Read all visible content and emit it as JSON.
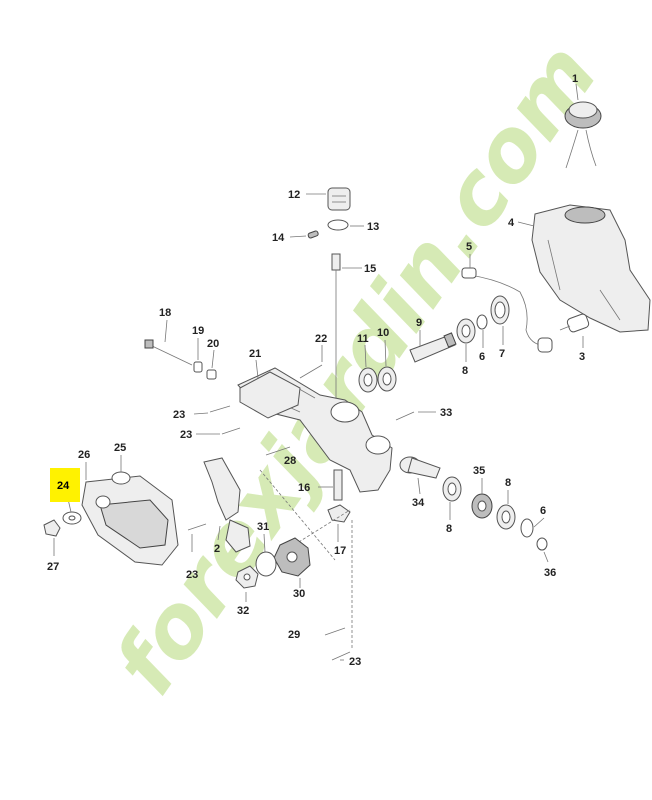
{
  "watermark": {
    "text": "forexjardin.com",
    "color": "#cfe6a8",
    "accent": "#f2b98f"
  },
  "highlight_color": "#fff200",
  "highlighted_part": "24",
  "callouts": [
    "1",
    "2",
    "3",
    "4",
    "5",
    "6",
    "7",
    "8",
    "9",
    "10",
    "11",
    "12",
    "13",
    "14",
    "15",
    "16",
    "17",
    "18",
    "19",
    "20",
    "21",
    "22",
    "23",
    "24",
    "25",
    "26",
    "27",
    "28",
    "29",
    "30",
    "31",
    "32",
    "33",
    "34",
    "35",
    "36"
  ],
  "callout_labels": {
    "c1": "1",
    "c2": "2",
    "c3": "3",
    "c4": "4",
    "c5": "5",
    "c6a": "6",
    "c6b": "6",
    "c7": "7",
    "c8a": "8",
    "c8b": "8",
    "c8c": "8",
    "c9": "9",
    "c10": "10",
    "c11": "11",
    "c12": "12",
    "c13": "13",
    "c14": "14",
    "c15": "15",
    "c16": "16",
    "c17": "17",
    "c18": "18",
    "c19": "19",
    "c20": "20",
    "c21": "21",
    "c22": "22",
    "c23a": "23",
    "c23b": "23",
    "c23c": "23",
    "c23d": "23",
    "c24": "24",
    "c25": "25",
    "c26": "26",
    "c27": "27",
    "c28": "28",
    "c29": "29",
    "c30": "30",
    "c31": "31",
    "c32": "32",
    "c33": "33",
    "c34": "34",
    "c35": "35",
    "c36": "36"
  }
}
